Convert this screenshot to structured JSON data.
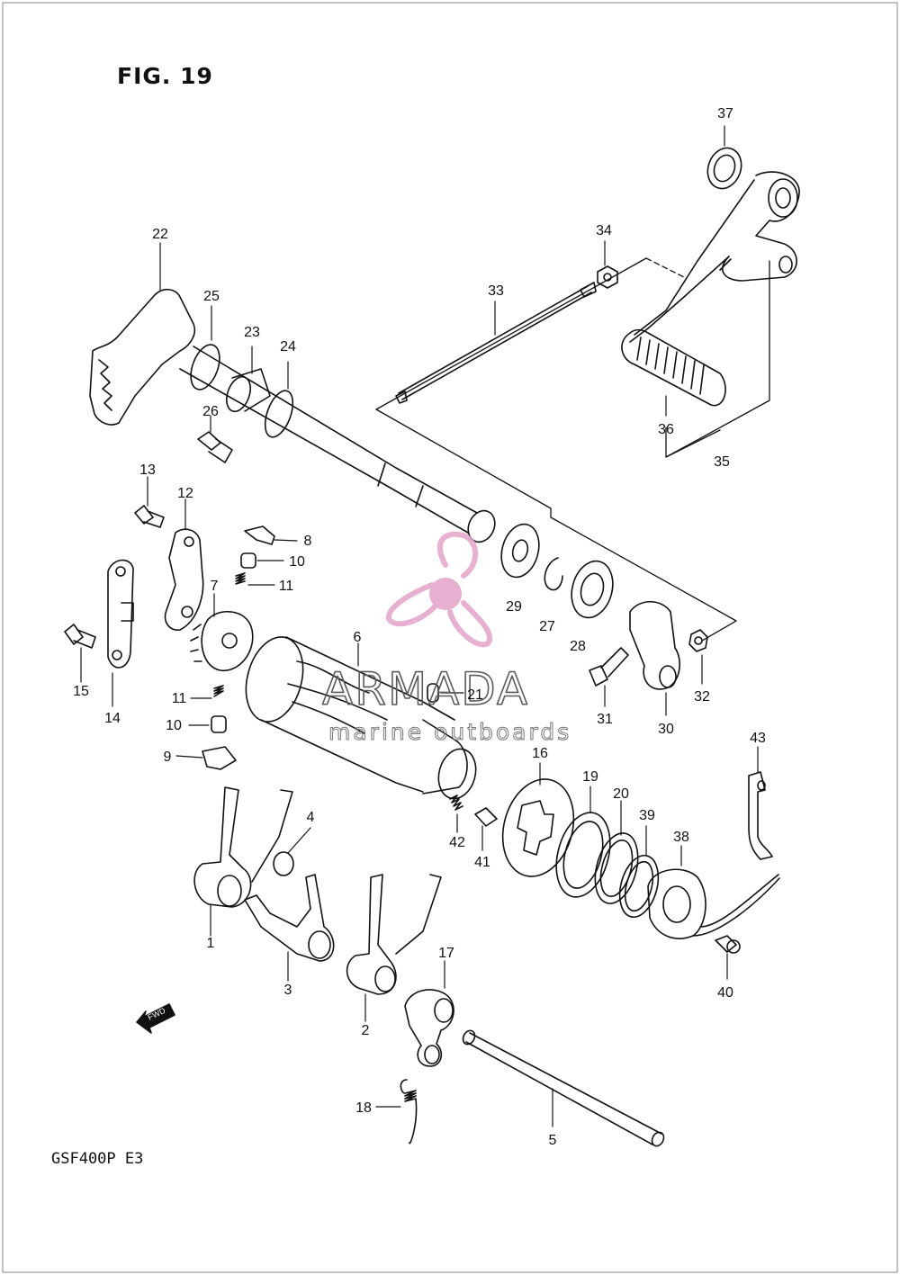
{
  "figure": {
    "title": "FIG. 19",
    "model_code": "GSF400P  E3"
  },
  "watermark": {
    "brand": "ARMADA",
    "subtitle": "marine outboards",
    "accent_color": "#e4a3c8"
  },
  "callouts": [
    {
      "num": "1"
    },
    {
      "num": "2"
    },
    {
      "num": "3"
    },
    {
      "num": "4"
    },
    {
      "num": "5"
    },
    {
      "num": "6"
    },
    {
      "num": "7"
    },
    {
      "num": "8"
    },
    {
      "num": "9"
    },
    {
      "num": "10"
    },
    {
      "num": "10"
    },
    {
      "num": "11"
    },
    {
      "num": "11"
    },
    {
      "num": "12"
    },
    {
      "num": "13"
    },
    {
      "num": "14"
    },
    {
      "num": "15"
    },
    {
      "num": "16"
    },
    {
      "num": "17"
    },
    {
      "num": "18"
    },
    {
      "num": "19"
    },
    {
      "num": "20"
    },
    {
      "num": "21"
    },
    {
      "num": "22"
    },
    {
      "num": "23"
    },
    {
      "num": "24"
    },
    {
      "num": "25"
    },
    {
      "num": "26"
    },
    {
      "num": "27"
    },
    {
      "num": "28"
    },
    {
      "num": "29"
    },
    {
      "num": "30"
    },
    {
      "num": "31"
    },
    {
      "num": "32"
    },
    {
      "num": "33"
    },
    {
      "num": "34"
    },
    {
      "num": "35"
    },
    {
      "num": "36"
    },
    {
      "num": "37"
    },
    {
      "num": "38"
    },
    {
      "num": "39"
    },
    {
      "num": "40"
    },
    {
      "num": "41"
    },
    {
      "num": "42"
    },
    {
      "num": "43"
    }
  ],
  "fwd_badge": "FWD"
}
